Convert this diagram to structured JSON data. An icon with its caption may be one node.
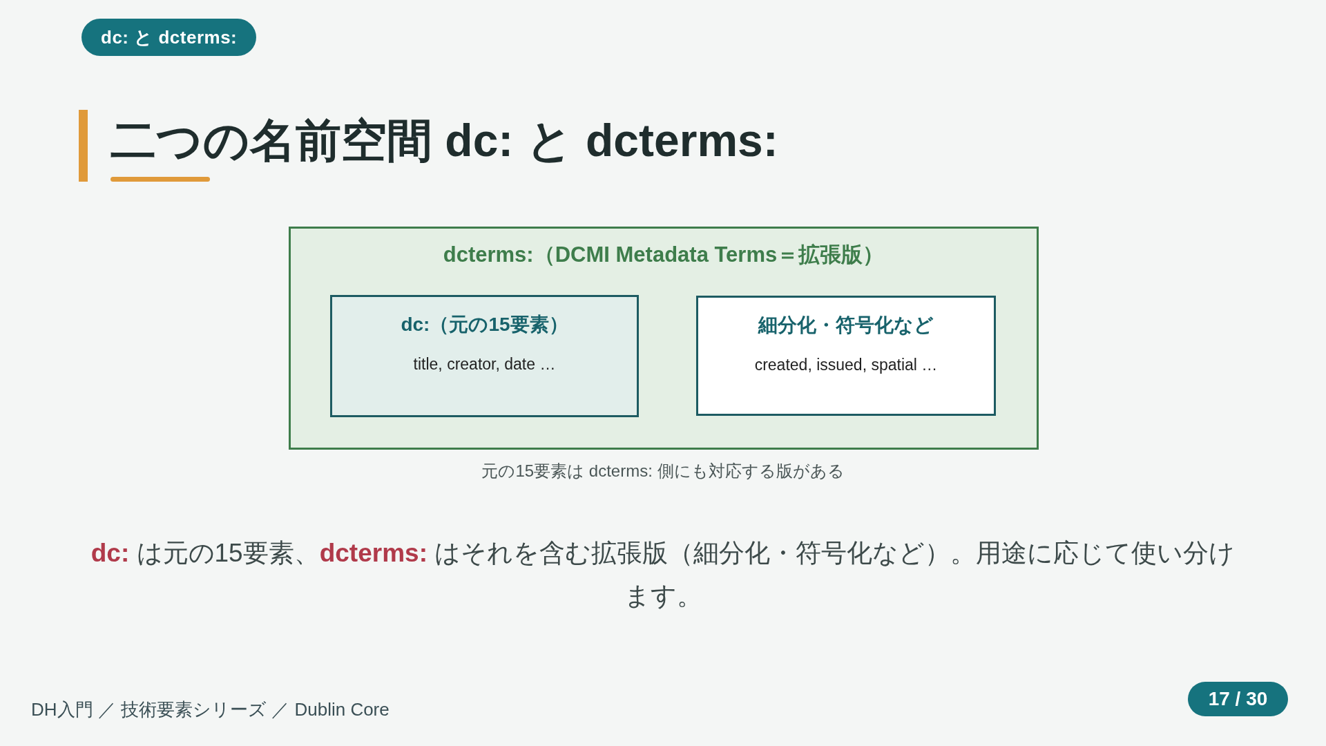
{
  "diagram": {
    "title": "二つの名前空間 dc: と dcterms:",
    "caption": "元の15要素は dcterms: 側にも対応する版がある",
    "nodes": [
      {
        "text": [
          "dcterms:（DCMI Metadata Terms＝拡張版）"
        ]
      },
      {
        "text": [
          "dc:（元の15要素）",
          "title, creator, date …"
        ],
        "in": 0
      },
      {
        "text": [
          "細分化・符号化など",
          "created, issued, spatial …"
        ],
        "in": 0
      }
    ],
    "labels": [
      "dc: と dcterms:",
      "**dc:** は元の15要素、**dcterms:** はそれを含む拡張版（細分化・符号化など）。用途に応じて使い分けます。",
      "DH入門 ／ 技術要素シリーズ ／ Dublin Core",
      "17 / 30"
    ]
  }
}
